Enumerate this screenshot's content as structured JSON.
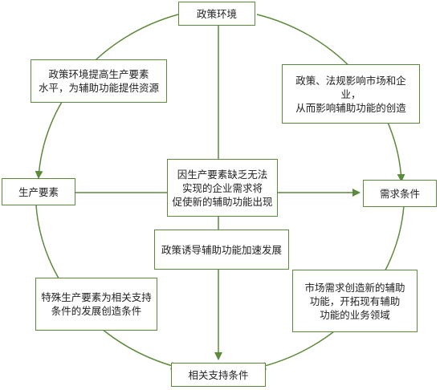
{
  "nodes": {
    "policy": "政策环境",
    "factors": "生产要素",
    "demand": "需求条件",
    "support": "相关支持条件"
  },
  "edges": {
    "policy_to_factors": "政策环境提高生产要素\n水平，为辅助功能提供资源",
    "policy_to_demand": "政策、法规影响市场和企业，\n从而影响辅助功能的创造",
    "factors_to_demand": "因生产要素缺乏无法\n实现的企业需求将\n促使新的辅助功能出现",
    "policy_to_support": "政策诱导辅助功能加速发展",
    "factors_to_support": "特殊生产要素为相关支持\n条件的发展创造条件",
    "demand_to_support": "市场需求创造新的辅助\n功能，开拓现有辅助\n功能的业务领域"
  },
  "colors": {
    "line": "#5b8a3a",
    "text": "#222222"
  }
}
